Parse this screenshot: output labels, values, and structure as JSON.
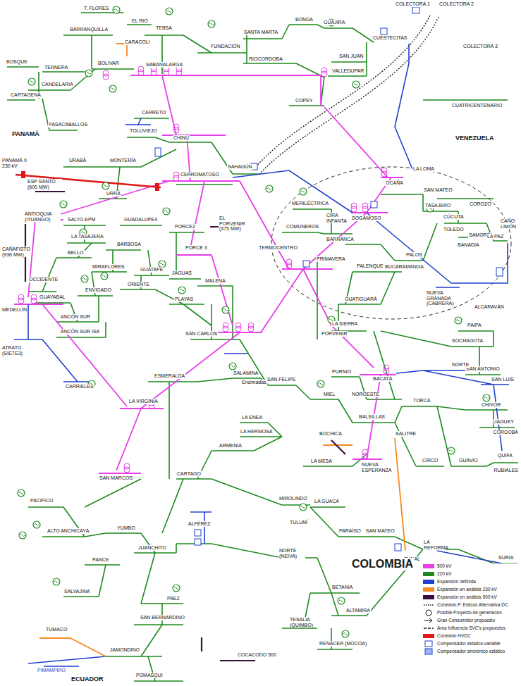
{
  "diagram": {
    "title": "COLOMBIA",
    "labels": [
      "T. FLORES",
      "EL RIO",
      "BARRANQUILLA",
      "TEBSA",
      "CARACOLI",
      "SANTA MARTA",
      "BONDA",
      "GUAJIRA",
      "COLECTORA 1",
      "COLECTORA 2",
      "COLECTORA 3",
      "CUESTECITAS",
      "FUNDACIÓN",
      "BOSQUE",
      "TERNERA",
      "BOLIVAR",
      "SABANALARGA",
      "RIOCORDOBA",
      "SAN JUAN",
      "VALLEDUPAR",
      "CUATRICENTENARIO",
      "CARTAGENA",
      "CANDELARIA",
      "COPEY",
      "PASACABALLOS",
      "CARRETO",
      "TOLUVIEJO",
      "PANAMÁ",
      "VENEZUELA",
      "CHINÚ",
      "URABÁ",
      "MONTERÍA",
      "SAHAGÚN",
      "LA LOMA",
      "PANAMÁ II 230 kV",
      "URRÁ",
      "CERROMATOSO",
      "OCAÑA",
      "SAN MATEO",
      "ESP SANTO (600 MW)",
      "COROZO",
      "TASAJERO",
      "MERILÉCTRICA",
      "CIRA INFANTA",
      "SOGAMOSO",
      "CÚCUTA",
      "COMUNEROS",
      "TOLEDO",
      "SAMORÉ",
      "BANADIA",
      "LA PAZ",
      "CAÑO LIMÓN",
      "ANTIOQUIA (ITUANGO)",
      "SALTO EPM",
      "GUADALUPE4",
      "PORCE2",
      "EL PORVENIR (375 MW)",
      "TERMOCENTRO",
      "BARRANCA",
      "PALOS",
      "PALENQUE",
      "BUCARAMANGA",
      "PRIMAVERA",
      "CAÑAFISTO (936 MW)",
      "LA TASAJERA",
      "BARBOSA",
      "PORCE 3",
      "BELLO",
      "MIRAFLORES",
      "GUATAPÉ",
      "JAGUAS",
      "MALENA",
      "OCCIDENTE",
      "ORIENTE",
      "ENVIGADO",
      "GUAYABAL",
      "PLAYAS",
      "MEDELLÍN",
      "GUATIGUARÁ",
      "NUEVA GRANADA (CABRERA)",
      "ALCARAVÁN",
      "LA SIERRA",
      "ANCÓN SUR",
      "PAIPA",
      "ANCÓN SUR ISA",
      "SAN CARLOS",
      "PORVENIR",
      "SOCHAGOTA",
      "ATRATO (SIETE3)",
      "SAN ANTONIO",
      "PURNIO",
      "BACATÁ",
      "NORTE",
      "SAN LUIS",
      "SALAMINA",
      "Encimadas",
      "CARRIELES",
      "ESMERALDA",
      "SAN FELIPE",
      "MIEL",
      "NOROESTE",
      "TORCA",
      "CHIVOR",
      "LA VIRGINIA",
      "LA ENEA",
      "BALSILLAS",
      "JAGUEY",
      "LA HERMOSA",
      "CORDOBA",
      "ARMENIA",
      "SALITRE",
      "BOCHICA",
      "LA MESA",
      "GUAVIO",
      "QUIFA",
      "RUBIALES",
      "NUEVA ESPERANZA",
      "CIRCO",
      "SAN MARCOS",
      "CARTAGO",
      "PACIFICO",
      "MIROLINDO",
      "LA GUACA",
      "TULUNÍ",
      "PARAÍSO",
      "SAN MATEO",
      "ALTO ANCHICAYÁ",
      "YUMBO",
      "JUANCHITO",
      "ALFÉREZ",
      "NORTE (NEIVA)",
      "LA REFORMA",
      "TUNAL",
      "SURIA",
      "PANCE",
      "SALVAJINA",
      "PAEZ",
      "BETANIA",
      "ALTAMIRA",
      "TESALIA (QUIMBO)",
      "SAN BERNARDINO",
      "TUMACO",
      "RENACER (MOCOA)",
      "JAMONDINO",
      "PIMAMPIRO",
      "POMASQUI",
      "COCACODO 500",
      "ECUADOR"
    ],
    "legend": [
      {
        "text": "500 kV",
        "color": "#e83ee8"
      },
      {
        "text": "220 kV",
        "color": "#1e8a1e"
      },
      {
        "text": "Expansión definida",
        "color": "#1f3fd0"
      },
      {
        "text": "Expansión en análisis 230 kV",
        "color": "#f58a1f"
      },
      {
        "text": "Expansión en análisis 500 kV",
        "color": "#3b0f3b"
      },
      {
        "text": "Conexión P. Eólicos Alternativa DC"
      },
      {
        "text": "Posible Proyecto de generación"
      },
      {
        "text": "Gran Consumidor propuesto"
      },
      {
        "text": "Área Influencia SVC's propuestos"
      },
      {
        "text": "Conexión HVDC",
        "color": "#e01818"
      },
      {
        "text": "Compensador estático variable"
      },
      {
        "text": "Compensador sincrónico estático"
      }
    ]
  }
}
